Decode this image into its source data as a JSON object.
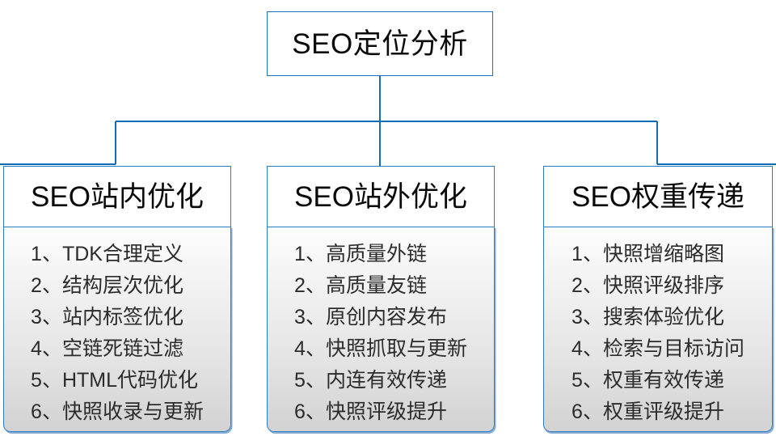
{
  "diagram": {
    "type": "org-chart",
    "title": "SEO定位分析",
    "root": {
      "label": "SEO定位分析"
    },
    "colors": {
      "border_blue": "#2b7bc4",
      "connector_blue": "#0f6cb6",
      "panel_top": "#fdfdfd",
      "panel_bottom": "#d2d2d2",
      "text_dark": "#0a0a0a",
      "text_body": "#2b2b2b",
      "background": "#ffffff"
    },
    "branches": [
      {
        "header": "SEO站内优化",
        "items": [
          "1、TDK合理定义",
          "2、结构层次优化",
          "3、站内标签优化",
          "4、空链死链过滤",
          "5、HTML代码优化",
          "6、快照收录与更新"
        ]
      },
      {
        "header": "SEO站外优化",
        "items": [
          "1、高质量外链",
          "2、高质量友链",
          "3、原创内容发布",
          "4、快照抓取与更新",
          "5、内连有效传递",
          "6、快照评级提升"
        ]
      },
      {
        "header": "SEO权重传递",
        "items": [
          "1、快照增缩略图",
          "2、快照评级排序",
          "3、搜索体验优化",
          "4、检索与目标访问",
          "5、权重有效传递",
          "6、权重评级提升"
        ]
      }
    ]
  }
}
